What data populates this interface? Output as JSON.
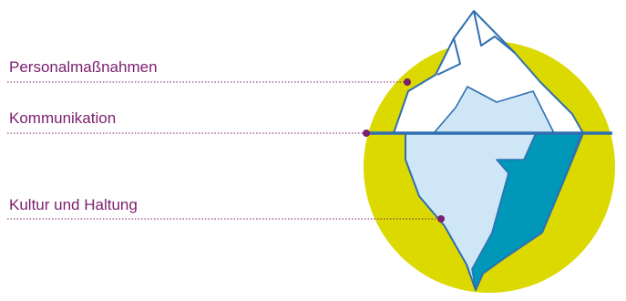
{
  "labels": [
    {
      "text": "Personalmaßnahmen"
    },
    {
      "text": "Kommunikation"
    },
    {
      "text": "Kultur und Haltung"
    }
  ],
  "colors": {
    "text": "#7a1f6e",
    "leader_dot": "#7a1f6e",
    "circle": "#dcd900",
    "iceberg_top": "#ffffff",
    "iceberg_light": "#cfe6f7",
    "iceberg_dark": "#0097b8",
    "outline": "#2f6fb1",
    "waterline": "#2f6fb1"
  }
}
